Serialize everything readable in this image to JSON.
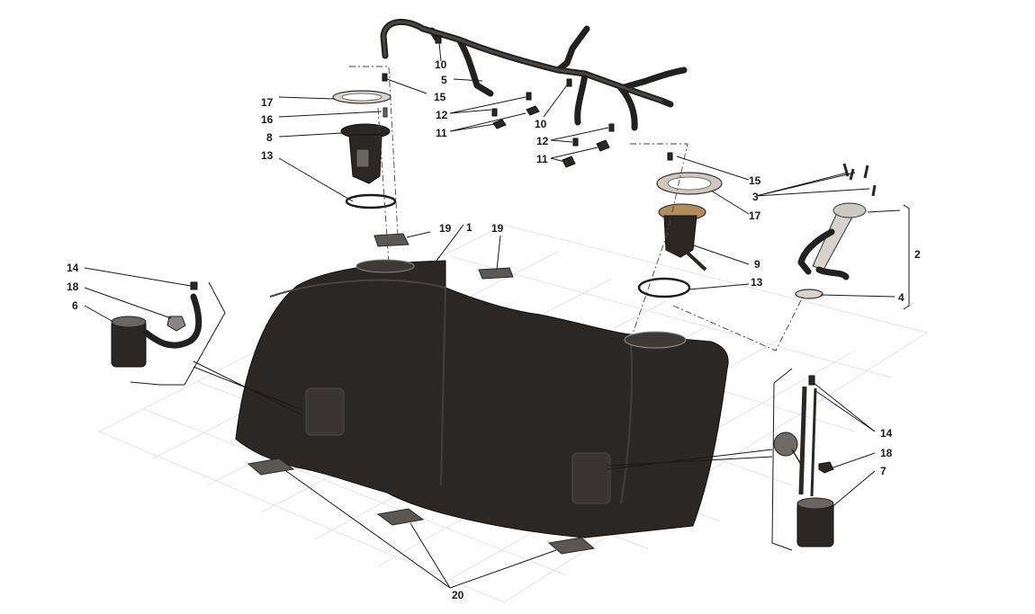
{
  "callouts": {
    "c1": "1",
    "c2": "2",
    "c3": "3",
    "c4": "4",
    "c5": "5",
    "c6": "6",
    "c7": "7",
    "c8": "8",
    "c9": "9",
    "c10a": "10",
    "c10b": "10",
    "c11a": "11",
    "c11b": "11",
    "c12a": "12",
    "c12b": "12",
    "c13a": "13",
    "c13b": "13",
    "c14a": "14",
    "c14b": "14",
    "c15a": "15",
    "c15b": "15",
    "c16": "16",
    "c17a": "17",
    "c17b": "17",
    "c18a": "18",
    "c18b": "18",
    "c19a": "19",
    "c19b": "19",
    "c20": "20"
  },
  "colors": {
    "tank": "#2b2724",
    "line": "#1a1a1a",
    "grid": "#e4e4e4",
    "background": "#ffffff"
  }
}
